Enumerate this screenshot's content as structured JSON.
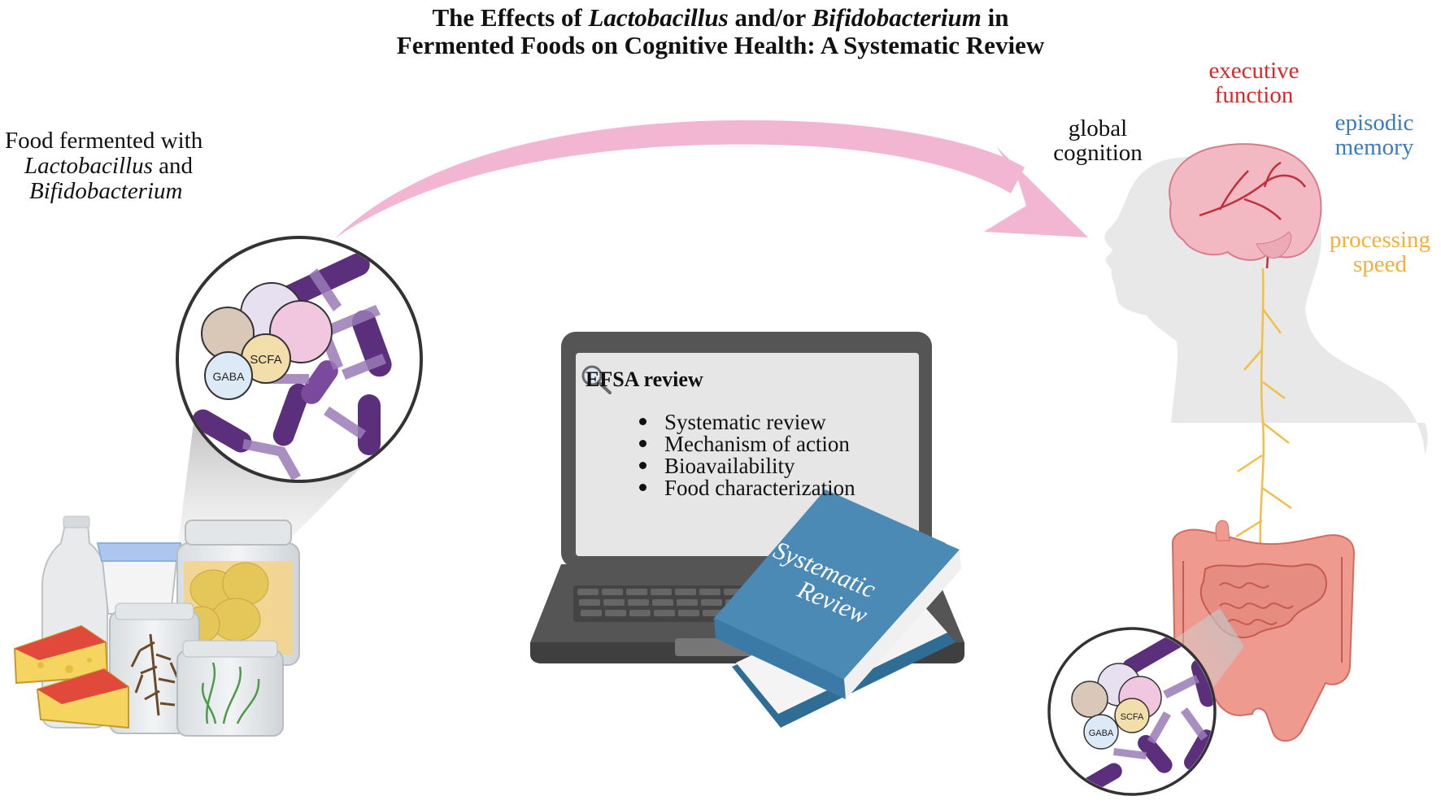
{
  "title": {
    "line1_a": "The Effects of ",
    "line1_b": "Lactobacillus",
    "line1_c": " and/or ",
    "line1_d": "Bifidobacterium",
    "line1_e": " in",
    "line2": "Fermented Foods on Cognitive Health: A Systematic Review"
  },
  "food_label": {
    "line1": "Food fermented with",
    "line2a": "Lactobacillus",
    "line2b": " and",
    "line3": "Bifidobacterium"
  },
  "molecules": {
    "gaba": "GABA",
    "scfa": "SCFA"
  },
  "laptop": {
    "search_title": "EFSA review",
    "bullets": [
      "Systematic review",
      "Mechanism of action",
      "Bioavailability",
      "Food characterization"
    ]
  },
  "book": {
    "line1": "Systematic",
    "line2": "Review"
  },
  "cognition": {
    "executive": {
      "line1": "executive",
      "line2": "function",
      "color": "#d42a2a"
    },
    "global": {
      "line1": "global",
      "line2": "cognition",
      "color": "#111111"
    },
    "episodic": {
      "line1": "episodic",
      "line2": "memory",
      "color": "#3a7bbf"
    },
    "processing": {
      "line1": "processing",
      "line2": "speed",
      "color": "#f0b03a"
    }
  },
  "colors": {
    "arrow": "#f3b6d2",
    "laptop_body": "#555555",
    "screen": "#e6e6e6",
    "book": "#4a8ab5"
  }
}
